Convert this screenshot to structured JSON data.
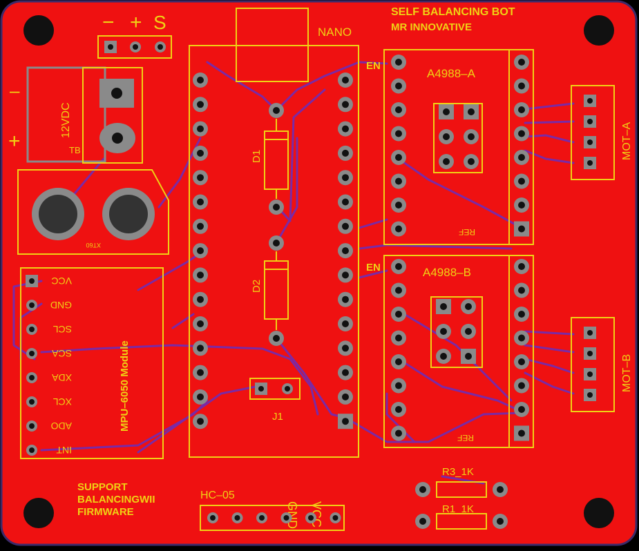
{
  "board": {
    "title_line1": "SELF BALANCING BOT",
    "title_line2": "MR INNOVATIVE",
    "support_line1": "SUPPORT",
    "support_line2": "BALANCINGWII",
    "support_line3": "FIRMWARE",
    "colors": {
      "copper": "#ef1111",
      "silk": "#f0d214",
      "trace": "#7a2aa6",
      "pad_ring": "#8a8a8a",
      "drill": "#111111",
      "edge": "#3b2a6a"
    }
  },
  "components": {
    "servo_header": {
      "minus": "−",
      "plus": "+",
      "signal": "S"
    },
    "nano": {
      "label": "NANO"
    },
    "power": {
      "minus": "–",
      "plus": "+",
      "voltage": "12VDC",
      "terminal": "TB"
    },
    "dc_jack": {
      "label": "XT60"
    },
    "diodes": {
      "d1": "D1",
      "d2": "D2"
    },
    "jumper": {
      "label": "J1"
    },
    "mpu": {
      "label": "MPU–6050 Module",
      "pins": [
        "VCC",
        "GND",
        "SCL",
        "SCA",
        "XDA",
        "XCL",
        "ADO",
        "INT"
      ]
    },
    "driver_a": {
      "label": "A4988–A",
      "en": "EN",
      "ref": "REF"
    },
    "driver_b": {
      "label": "A4988–B",
      "en": "EN",
      "ref": "REF"
    },
    "mot_a": {
      "label": "MOT–A"
    },
    "mot_b": {
      "label": "MOT–B"
    },
    "bluetooth": {
      "label": "HC–05",
      "gnd": "GND",
      "vcc": "VCC"
    },
    "r3": {
      "label": "R3_1K"
    },
    "r1": {
      "label": "R1_1K"
    }
  }
}
